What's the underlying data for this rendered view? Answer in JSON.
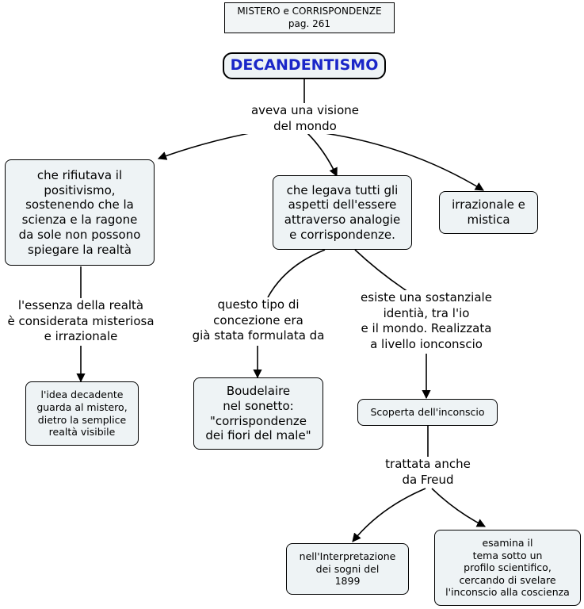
{
  "header": {
    "title": "MISTERO e CORRISPONDENZE\npag. 261"
  },
  "root": {
    "label": "DECANDENTISMO"
  },
  "edge_labels": {
    "visione": "aveva una visione\ndel mondo",
    "essenza": "l'essenza della realtà\nè considerata misteriosa\ne irrazionale",
    "concezione": "questo tipo di\nconcezione era\ngià stata formulata da",
    "identita": "esiste una sostanziale\nidentià, tra l'io\ne il mondo. Realizzata\na livello ionconscio",
    "freud": "trattata anche\nda Freud"
  },
  "nodes": {
    "positivismo": "che rifiutava il\npositivismo,\nsostenendo che la\nscienza e la ragone\nda sole non possono\nspiegare la realtà",
    "analogie": "che legava tutti gli\naspetti dell'essere\nattraverso analogie\ne corrispondenze.",
    "irrazionale": "irrazionale e\nmistica",
    "mistero": "l'idea decadente\nguarda al mistero,\ndietro la semplice\nrealtà visibile",
    "boudelaire": "Boudelaire\nnel sonetto:\n\"corrispondenze\ndei fiori del male\"",
    "inconscio": "Scoperta dell'inconscio",
    "interpretazione": "nell'Interpretazione\ndei sogni del\n1899",
    "esamina": "esamina il\ntema sotto un\nprofilo scientifico,\ncercando di svelare\nl'inconscio alla coscienza"
  }
}
